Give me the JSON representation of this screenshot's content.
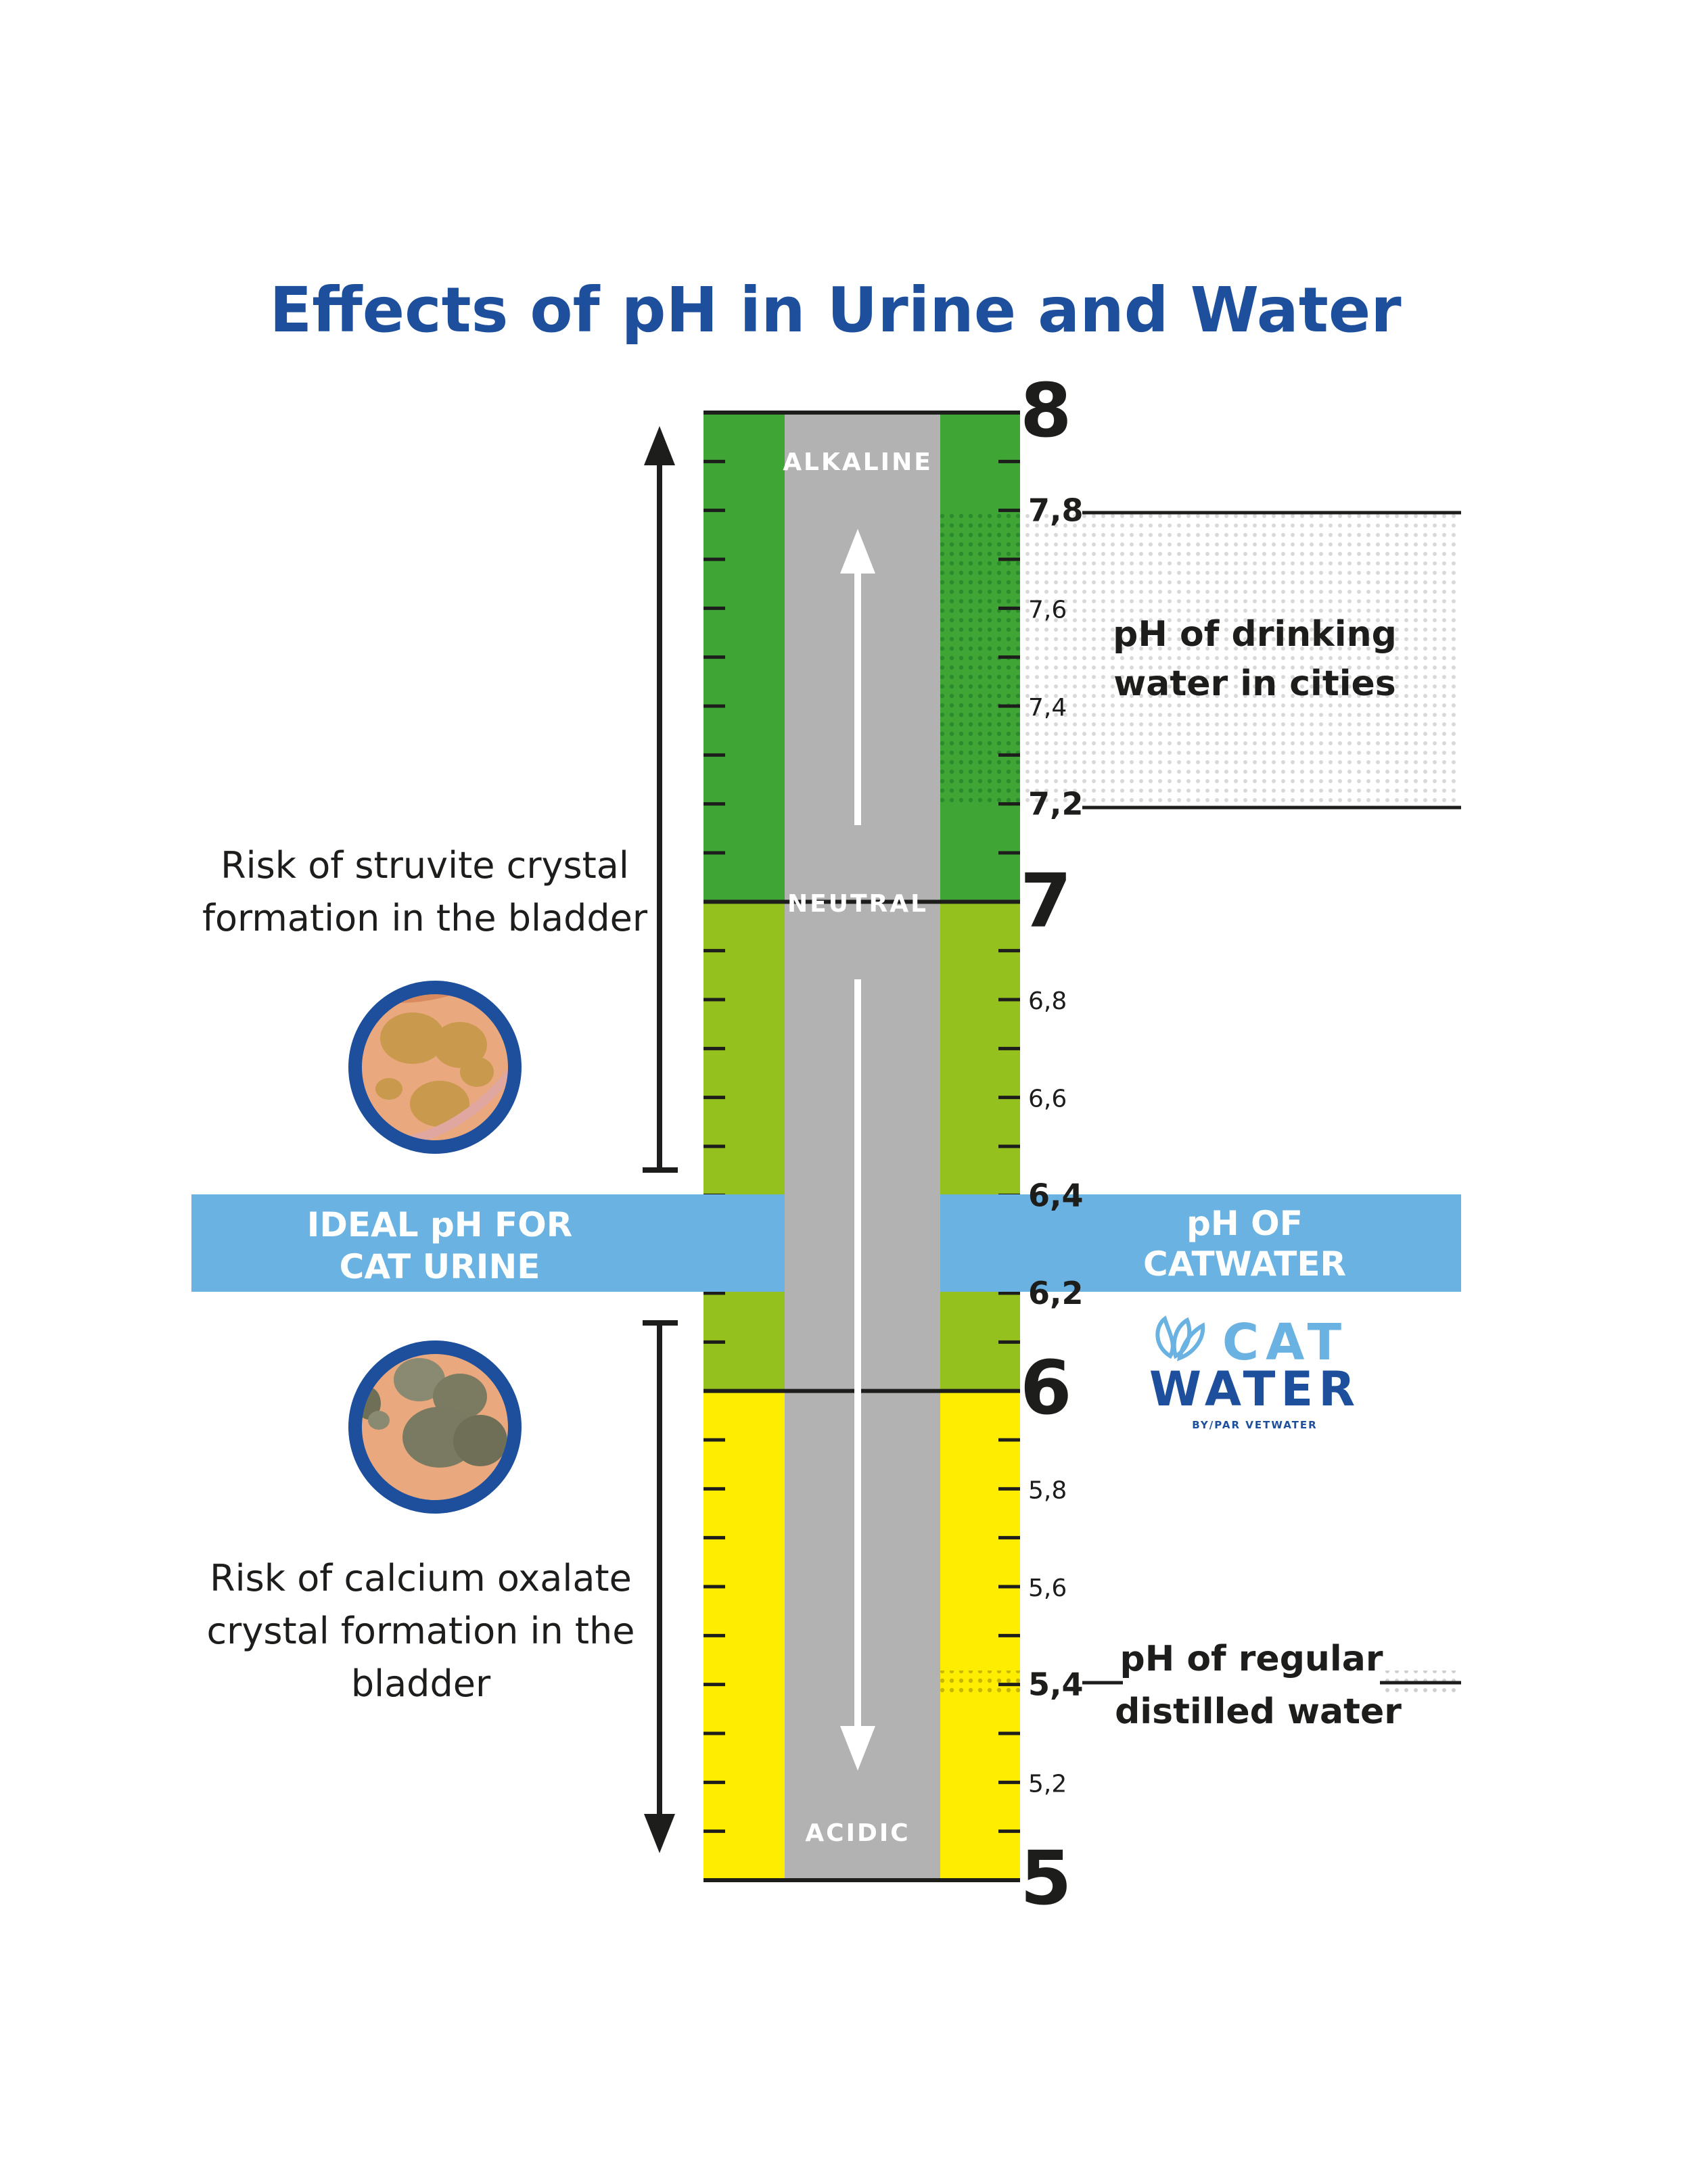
{
  "title": "Effects of pH in Urine and Water",
  "scale": {
    "min": 5,
    "max": 8,
    "major_labels": [
      "8",
      "7",
      "6",
      "5"
    ],
    "minor_labels": [
      {
        "value": 7.8,
        "label": "7,8",
        "bold": true
      },
      {
        "value": 7.6,
        "label": "7,6",
        "bold": false
      },
      {
        "value": 7.4,
        "label": "7,4",
        "bold": false
      },
      {
        "value": 7.2,
        "label": "7,2",
        "bold": true
      },
      {
        "value": 6.8,
        "label": "6,8",
        "bold": false
      },
      {
        "value": 6.6,
        "label": "6,6",
        "bold": false
      },
      {
        "value": 6.4,
        "label": "6,4",
        "bold": true
      },
      {
        "value": 6.2,
        "label": "6,2",
        "bold": true
      },
      {
        "value": 5.8,
        "label": "5,8",
        "bold": false
      },
      {
        "value": 5.6,
        "label": "5,6",
        "bold": false
      },
      {
        "value": 5.4,
        "label": "5,4",
        "bold": true
      },
      {
        "value": 5.2,
        "label": "5,2",
        "bold": false
      }
    ],
    "zones": [
      {
        "name": "alkaline",
        "from": 7,
        "to": 8,
        "color": "#3fa535"
      },
      {
        "name": "slightly-acidic",
        "from": 6,
        "to": 7,
        "color": "#95c11f"
      },
      {
        "name": "acidic",
        "from": 5,
        "to": 6,
        "color": "#ffed00"
      }
    ],
    "center_color": "#b2b2b2",
    "labels": {
      "alkaline": "ALKALINE",
      "neutral": "NEUTRAL",
      "acidic": "ACIDIC"
    }
  },
  "band": {
    "from": 6.2,
    "to": 6.4,
    "color": "#6ab2e2",
    "left_line1": "IDEAL pH FOR",
    "left_line2": "CAT URINE",
    "right_line1": "pH OF",
    "right_line2": "CATWATER"
  },
  "annotations": {
    "drinking_water": {
      "from": 7.2,
      "to": 7.8,
      "line1": "pH of drinking",
      "line2": "water in cities"
    },
    "distilled_water": {
      "value": 5.4,
      "line1": "pH of regular",
      "line2": "distilled water"
    },
    "struvite": {
      "line1": "Risk of struvite crystal",
      "line2": "formation in the bladder"
    },
    "oxalate": {
      "line1": "Risk of calcium oxalate",
      "line2": "crystal formation in the",
      "line3": "bladder"
    }
  },
  "logo": {
    "line1": "CAT",
    "line2": "WATER",
    "tagline": "BY/PAR VETWATER"
  },
  "colors": {
    "title": "#1d4f9c",
    "text": "#1d1d1b",
    "logo_light": "#6ab2e2",
    "logo_dark": "#1d4f9c",
    "circle_ring": "#1d4f9c"
  }
}
